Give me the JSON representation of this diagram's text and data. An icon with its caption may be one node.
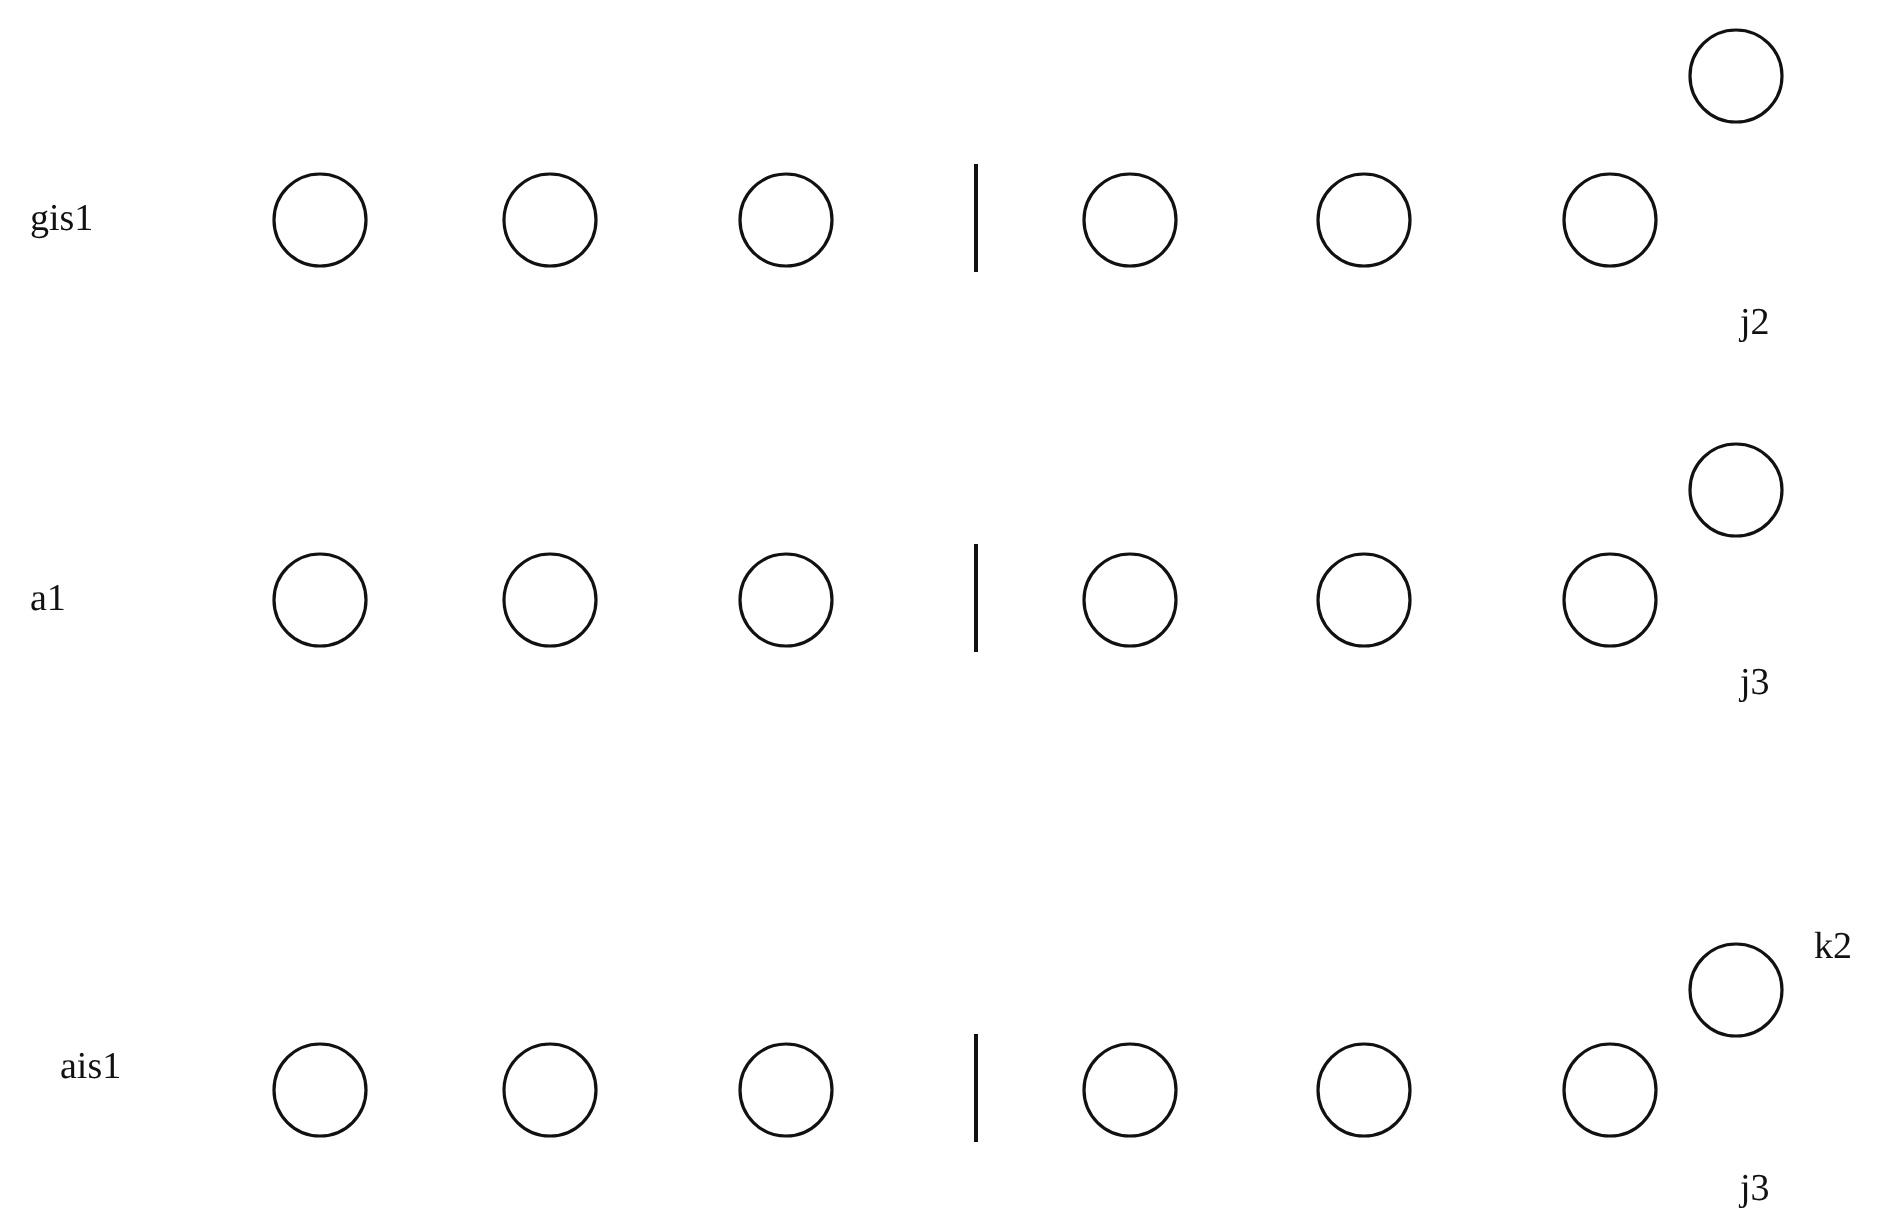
{
  "diagram": {
    "nodes": [
      {
        "text": [],
        "shape": "circle"
      },
      {
        "text": [],
        "shape": "circle"
      },
      {
        "text": [],
        "shape": "circle"
      },
      {
        "text": [],
        "shape": "circle"
      },
      {
        "text": [],
        "shape": "circle"
      },
      {
        "text": [],
        "shape": "circle"
      },
      {
        "text": [],
        "shape": "circle",
        "beside": [
          "j2"
        ]
      },
      {
        "text": [],
        "shape": "circle"
      },
      {
        "text": [],
        "shape": "circle"
      },
      {
        "text": [],
        "shape": "circle"
      },
      {
        "text": [],
        "shape": "circle"
      },
      {
        "text": [],
        "shape": "circle"
      },
      {
        "text": [],
        "shape": "circle"
      },
      {
        "text": [],
        "shape": "circle",
        "beside": [
          "j3"
        ]
      },
      {
        "text": [],
        "shape": "circle",
        "beside": [
          "k2"
        ]
      },
      {
        "text": [],
        "shape": "circle"
      },
      {
        "text": [],
        "shape": "circle"
      },
      {
        "text": [],
        "shape": "circle"
      },
      {
        "text": [],
        "shape": "circle"
      },
      {
        "text": [],
        "shape": "circle"
      },
      {
        "text": [],
        "shape": "circle",
        "beside": [
          "j3"
        ]
      }
    ],
    "labels": [
      "gis1",
      "a1",
      "ais1"
    ]
  }
}
